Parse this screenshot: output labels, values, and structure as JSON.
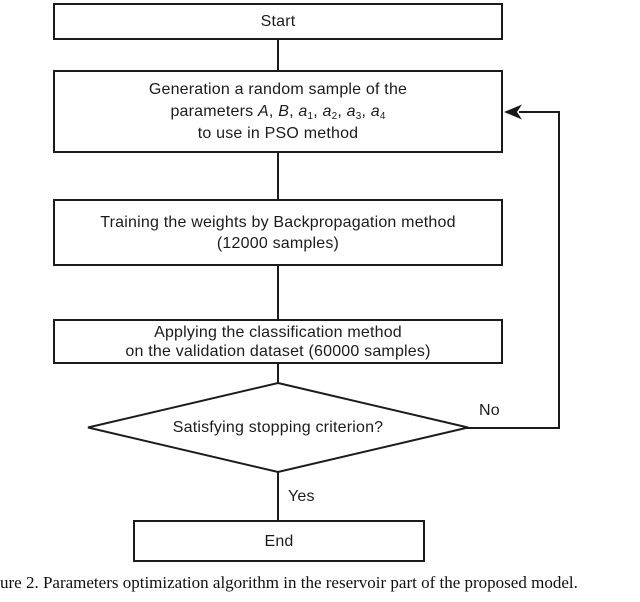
{
  "colors": {
    "ink": "#1b1b1b",
    "background": "#ffffff"
  },
  "caption": "ure 2. Parameters optimization algorithm in the reservoir part of the proposed model.",
  "flowchart": {
    "nodes": {
      "start": {
        "label": "Start"
      },
      "generation": {
        "line1": "Generation a random sample of the",
        "params_prefix": "parameters ",
        "params": [
          {
            "name": "A",
            "sub": ""
          },
          {
            "name": "B",
            "sub": ""
          },
          {
            "name": "a",
            "sub": "1"
          },
          {
            "name": "a",
            "sub": "2"
          },
          {
            "name": "a",
            "sub": "3"
          },
          {
            "name": "a",
            "sub": "4"
          }
        ],
        "line3": "to use in PSO method"
      },
      "training": {
        "line1": "Training the weights by Backpropagation method",
        "line2": "(12000 samples)"
      },
      "applying": {
        "line1": "Applying the classification method",
        "line2": "on the validation dataset (60000 samples)"
      },
      "decision": {
        "label": "Satisfying stopping criterion?"
      },
      "end": {
        "label": "End"
      }
    },
    "edges": {
      "no_label": "No",
      "yes_label": "Yes"
    }
  }
}
